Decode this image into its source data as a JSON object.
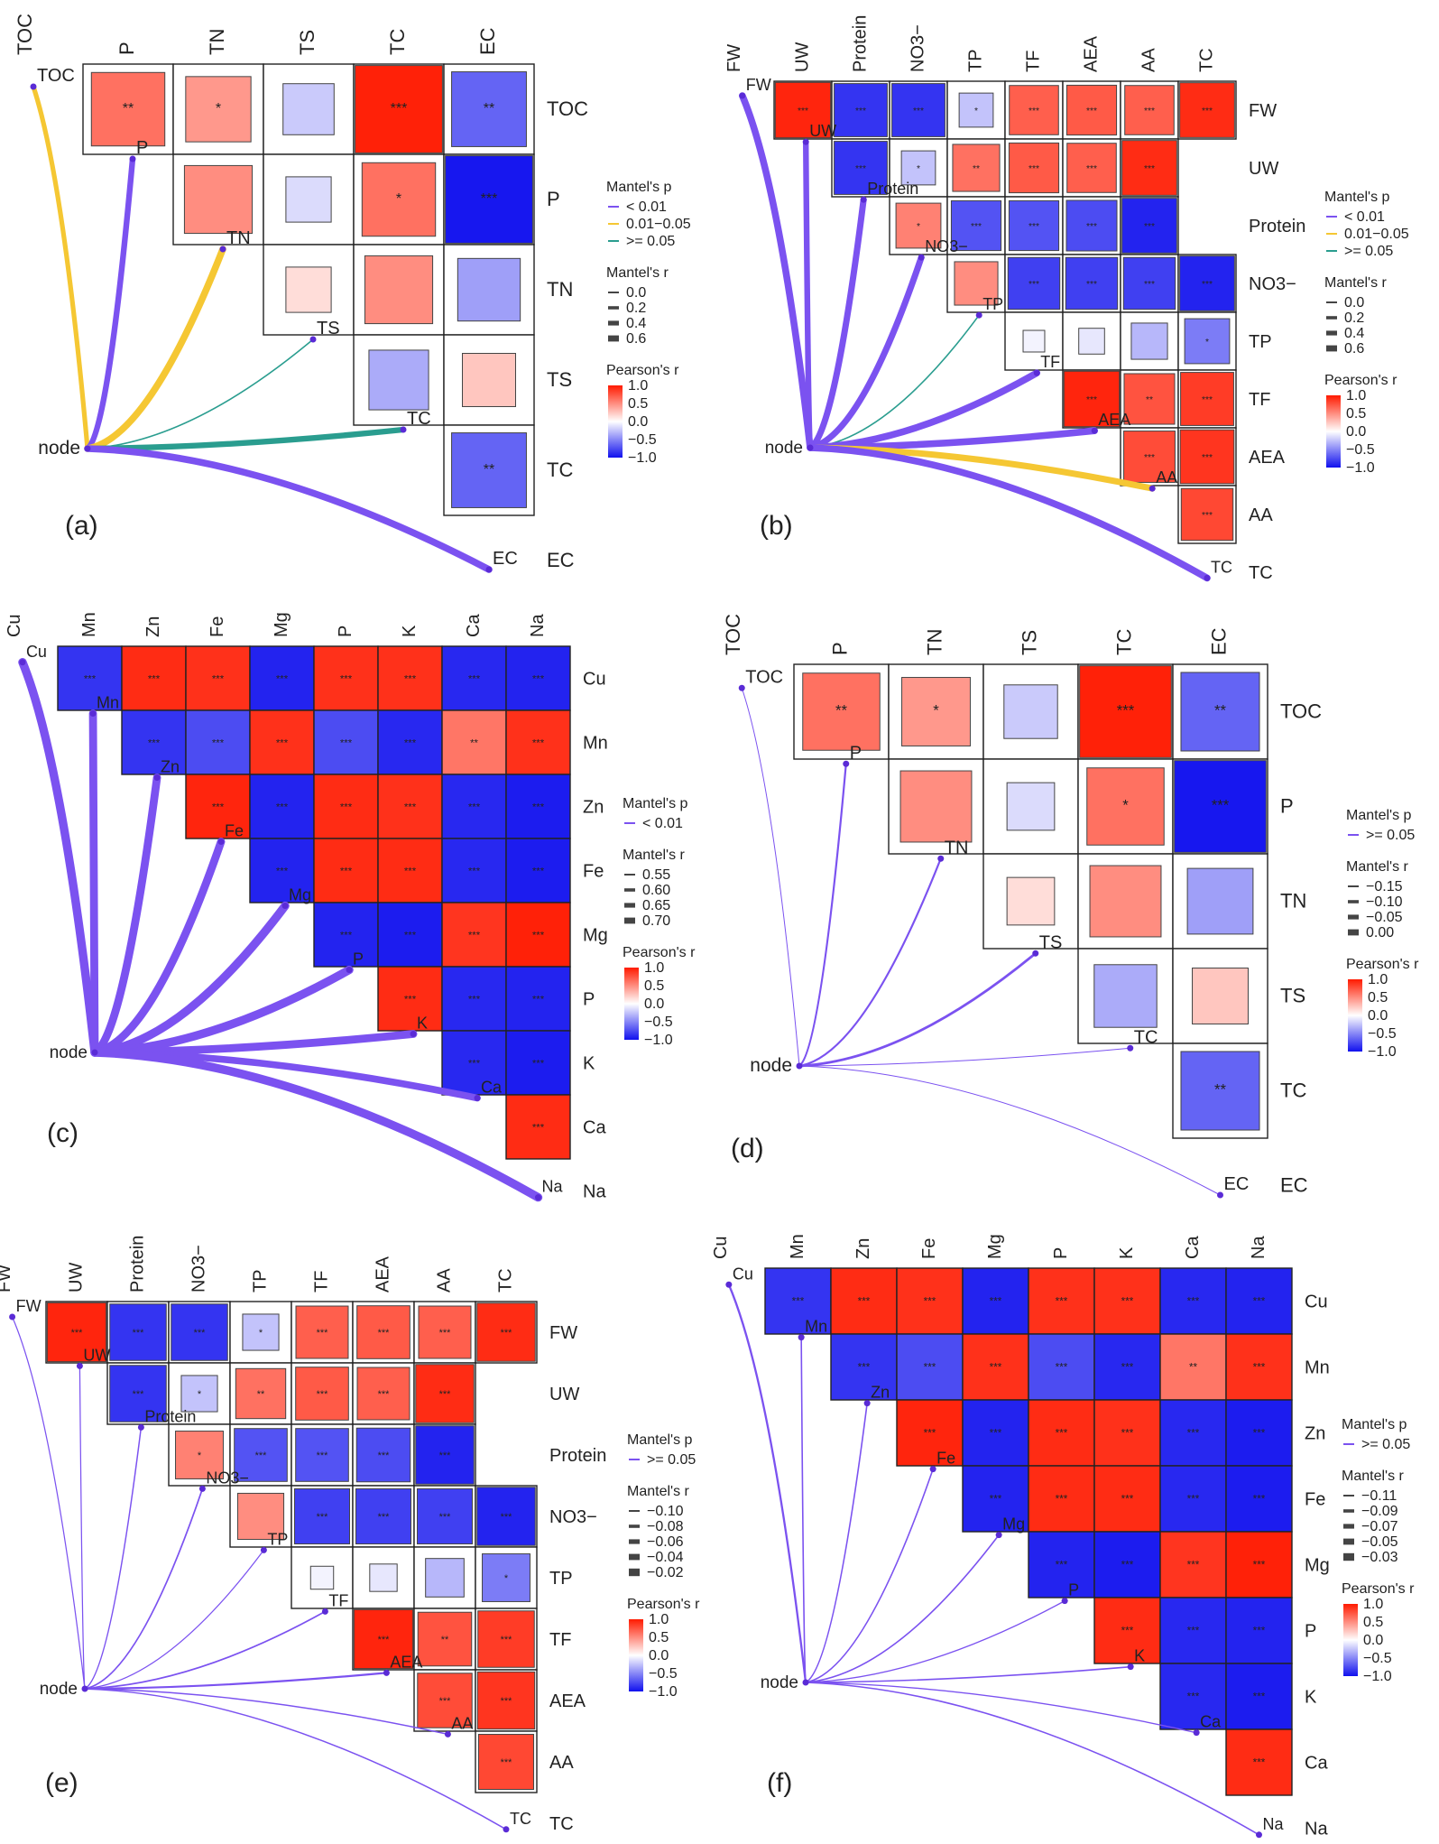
{
  "figure": {
    "panel_labels": [
      "(a)",
      "(b)",
      "(c)",
      "(d)",
      "(e)",
      "(f)"
    ]
  },
  "colors": {
    "neg": "#1010ee",
    "mid": "#ffffff",
    "pos": "#ff1a00",
    "mantel_lt001": "#7b52f0",
    "mantel_001_005": "#f5c733",
    "mantel_ge005": "#2a9d8f",
    "mantel_ge005_alt": "#7b52f0"
  },
  "chart_data": [
    {
      "type": "heatmap",
      "panel": "(a)",
      "variables": [
        "TOC",
        "P",
        "TN",
        "TS",
        "TC",
        "EC"
      ],
      "pearson_r": [
        [
          0.62,
          0.45,
          -0.22,
          0.97,
          -0.65
        ],
        [
          0.5,
          -0.15,
          0.62,
          -0.97
        ],
        [
          0.15,
          0.5,
          -0.4
        ],
        [
          -0.35,
          0.25
        ],
        [
          -0.65
        ]
      ],
      "stars": [
        [
          "**",
          "*",
          "",
          "***",
          "**"
        ],
        [
          "",
          "",
          "*",
          "***"
        ],
        [
          "",
          "",
          ""
        ],
        [
          "",
          ""
        ],
        [
          "**"
        ]
      ],
      "mantel": [
        {
          "var": "TOC",
          "p": "0.01-0.05",
          "r": 0.35
        },
        {
          "var": "P",
          "p": "< 0.01",
          "r": 0.45
        },
        {
          "var": "TN",
          "p": "0.01-0.05",
          "r": 0.55
        },
        {
          "var": "TS",
          "p": ">= 0.05",
          "r": 0.05
        },
        {
          "var": "TC",
          "p": ">= 0.05",
          "r": 0.45
        },
        {
          "var": "EC",
          "p": "< 0.01",
          "r": 0.55
        }
      ],
      "node_label": "node",
      "legend": {
        "p_title": "Mantel's p",
        "p_items": [
          "< 0.01",
          "0.01−0.05",
          ">= 0.05"
        ],
        "r_title": "Mantel's r",
        "r_items": [
          "0.0",
          "0.2",
          "0.4",
          "0.6"
        ],
        "pearson_title": "Pearson's r",
        "pearson_ticks": [
          "1.0",
          "0.5",
          "0.0",
          "−0.5",
          "−1.0"
        ]
      }
    },
    {
      "type": "heatmap",
      "panel": "(b)",
      "variables": [
        "FW",
        "UW",
        "Protein",
        "NO3−",
        "TP",
        "TF",
        "AEA",
        "AA",
        "TC"
      ],
      "pearson_r": [
        [
          -0.85,
          -0.85,
          -0.25,
          0.7,
          0.72,
          0.7,
          0.92
        ],
        [
          -0.85,
          -0.25,
          0.62,
          0.72,
          0.7,
          0.92
        ],
        [
          0.55,
          -0.72,
          -0.72,
          -0.75,
          -0.92
        ],
        [
          0.5,
          -0.8,
          -0.8,
          -0.8,
          -0.92
        ],
        [
          -0.05,
          -0.1,
          -0.3,
          -0.55
        ],
        [
          0.95,
          0.75,
          0.85
        ],
        [
          0.78,
          0.88
        ],
        [
          0.8
        ]
      ],
      "pearson_r_first": 0.95,
      "stars": [
        [
          "***",
          "***",
          "*",
          "***",
          "***",
          "***",
          "***"
        ],
        [
          "***",
          "*",
          "**",
          "***",
          "***",
          "***"
        ],
        [
          "*",
          "***",
          "***",
          "***",
          "***"
        ],
        [
          "",
          "***",
          "***",
          "***",
          "***"
        ],
        [
          "",
          "",
          "",
          "*"
        ],
        [
          "***",
          "**",
          "***"
        ],
        [
          "***",
          "***"
        ],
        [
          "***"
        ]
      ],
      "stars_first": "***",
      "mantel": [
        {
          "var": "FW",
          "p": "< 0.01",
          "r": 0.55
        },
        {
          "var": "UW",
          "p": "< 0.01",
          "r": 0.45
        },
        {
          "var": "Protein",
          "p": "< 0.01",
          "r": 0.5
        },
        {
          "var": "NO3−",
          "p": "< 0.01",
          "r": 0.5
        },
        {
          "var": "TP",
          "p": ">= 0.05",
          "r": 0.05
        },
        {
          "var": "TF",
          "p": "< 0.01",
          "r": 0.55
        },
        {
          "var": "AEA",
          "p": "< 0.01",
          "r": 0.55
        },
        {
          "var": "AA",
          "p": "0.01-0.05",
          "r": 0.5
        },
        {
          "var": "TC",
          "p": "< 0.01",
          "r": 0.55
        }
      ],
      "node_label": "node",
      "legend": {
        "p_title": "Mantel's p",
        "p_items": [
          "< 0.01",
          "0.01−0.05",
          ">= 0.05"
        ],
        "r_title": "Mantel's r",
        "r_items": [
          "0.0",
          "0.2",
          "0.4",
          "0.6"
        ],
        "pearson_title": "Pearson's r",
        "pearson_ticks": [
          "1.0",
          "0.5",
          "0.0",
          "−0.5",
          "−1.0"
        ]
      }
    },
    {
      "type": "heatmap",
      "panel": "(c)",
      "variables": [
        "Cu",
        "Mn",
        "Zn",
        "Fe",
        "Mg",
        "P",
        "K",
        "Ca",
        "Na"
      ],
      "pearson_r": [
        [
          0.92,
          0.9,
          -0.92,
          0.9,
          0.9,
          -0.9,
          -0.92
        ],
        [
          -0.85,
          -0.75,
          0.9,
          -0.75,
          -0.9,
          0.6,
          0.9
        ],
        [
          0.95,
          -0.92,
          0.92,
          0.9,
          -0.9,
          -0.95
        ],
        [
          -0.92,
          0.92,
          0.92,
          -0.9,
          -0.95
        ],
        [
          -0.92,
          -0.95,
          0.88,
          0.97
        ],
        [
          0.92,
          -0.9,
          -0.92
        ],
        [
          -0.9,
          -0.95
        ],
        [
          0.92
        ]
      ],
      "pearson_r_first": -0.85,
      "stars": [
        [
          "***",
          "***",
          "***",
          "***",
          "***",
          "***",
          "***"
        ],
        [
          "***",
          "***",
          "***",
          "***",
          "***",
          "**",
          "***"
        ],
        [
          "***",
          "***",
          "***",
          "***",
          "***",
          "***"
        ],
        [
          "***",
          "***",
          "***",
          "***",
          "***"
        ],
        [
          "***",
          "***",
          "***",
          "***"
        ],
        [
          "***",
          "***",
          "***"
        ],
        [
          "***",
          "***"
        ],
        [
          "***"
        ]
      ],
      "stars_first": "***",
      "mantel": [
        {
          "var": "Cu",
          "p": "< 0.01",
          "r": 0.7
        },
        {
          "var": "Mn",
          "p": "< 0.01",
          "r": 0.65
        },
        {
          "var": "Zn",
          "p": "< 0.01",
          "r": 0.65
        },
        {
          "var": "Fe",
          "p": "< 0.01",
          "r": 0.65
        },
        {
          "var": "Mg",
          "p": "< 0.01",
          "r": 0.7
        },
        {
          "var": "P",
          "p": "< 0.01",
          "r": 0.7
        },
        {
          "var": "K",
          "p": "< 0.01",
          "r": 0.65
        },
        {
          "var": "Ca",
          "p": "< 0.01",
          "r": 0.55
        },
        {
          "var": "Na",
          "p": "< 0.01",
          "r": 0.7
        }
      ],
      "node_label": "node",
      "legend": {
        "p_title": "Mantel's p",
        "p_items": [
          "< 0.01"
        ],
        "r_title": "Mantel's r",
        "r_items": [
          "0.55",
          "0.60",
          "0.65",
          "0.70"
        ],
        "pearson_title": "Pearson's r",
        "pearson_ticks": [
          "1.0",
          "0.5",
          "0.0",
          "−0.5",
          "−1.0"
        ]
      }
    },
    {
      "type": "heatmap",
      "panel": "(d)",
      "variables": [
        "TOC",
        "P",
        "TN",
        "TS",
        "TC",
        "EC"
      ],
      "pearson_r": [
        [
          0.62,
          0.45,
          -0.22,
          0.97,
          -0.65
        ],
        [
          0.5,
          -0.15,
          0.62,
          -0.97
        ],
        [
          0.15,
          0.5,
          -0.4
        ],
        [
          -0.35,
          0.25
        ],
        [
          -0.65
        ]
      ],
      "stars": [
        [
          "**",
          "*",
          "",
          "***",
          "**"
        ],
        [
          "",
          "",
          "*",
          "***"
        ],
        [
          "",
          "",
          ""
        ],
        [
          "",
          ""
        ],
        [
          "**"
        ]
      ],
      "mantel": [
        {
          "var": "TOC",
          "p": ">= 0.05",
          "r": 0.0
        },
        {
          "var": "P",
          "p": ">= 0.05",
          "r": -0.1
        },
        {
          "var": "TN",
          "p": ">= 0.05",
          "r": -0.1
        },
        {
          "var": "TS",
          "p": ">= 0.05",
          "r": -0.15
        },
        {
          "var": "TC",
          "p": ">= 0.05",
          "r": 0.0
        },
        {
          "var": "EC",
          "p": ">= 0.05",
          "r": 0.0
        }
      ],
      "node_label": "node",
      "legend": {
        "p_title": "Mantel's p",
        "p_items": [
          ">= 0.05"
        ],
        "r_title": "Mantel's r",
        "r_items": [
          "−0.15",
          "−0.10",
          "−0.05",
          "0.00"
        ],
        "pearson_title": "Pearson's r",
        "pearson_ticks": [
          "1.0",
          "0.5",
          "0.0",
          "−0.5",
          "−1.0"
        ]
      }
    },
    {
      "type": "heatmap",
      "panel": "(e)",
      "variables": [
        "FW",
        "UW",
        "Protein",
        "NO3−",
        "TP",
        "TF",
        "AEA",
        "AA",
        "TC"
      ],
      "pearson_r": [
        [
          -0.85,
          -0.85,
          -0.25,
          0.7,
          0.72,
          0.7,
          0.92
        ],
        [
          -0.85,
          -0.25,
          0.62,
          0.72,
          0.7,
          0.92
        ],
        [
          0.55,
          -0.72,
          -0.72,
          -0.75,
          -0.92
        ],
        [
          0.5,
          -0.8,
          -0.8,
          -0.8,
          -0.92
        ],
        [
          -0.05,
          -0.1,
          -0.3,
          -0.55
        ],
        [
          0.95,
          0.75,
          0.85
        ],
        [
          0.78,
          0.88
        ],
        [
          0.8
        ]
      ],
      "pearson_r_first": 0.95,
      "stars": [
        [
          "***",
          "***",
          "*",
          "***",
          "***",
          "***",
          "***"
        ],
        [
          "***",
          "*",
          "**",
          "***",
          "***",
          "***"
        ],
        [
          "*",
          "***",
          "***",
          "***",
          "***"
        ],
        [
          "",
          "***",
          "***",
          "***",
          "***"
        ],
        [
          "",
          "",
          "",
          "*"
        ],
        [
          "***",
          "**",
          "***"
        ],
        [
          "***",
          "***"
        ],
        [
          "***"
        ]
      ],
      "stars_first": "***",
      "mantel": [
        {
          "var": "FW",
          "p": ">= 0.05",
          "r": -0.02
        },
        {
          "var": "UW",
          "p": ">= 0.05",
          "r": -0.02
        },
        {
          "var": "Protein",
          "p": ">= 0.05",
          "r": -0.04
        },
        {
          "var": "NO3−",
          "p": ">= 0.05",
          "r": -0.06
        },
        {
          "var": "TP",
          "p": ">= 0.05",
          "r": -0.02
        },
        {
          "var": "TF",
          "p": ">= 0.05",
          "r": -0.06
        },
        {
          "var": "AEA",
          "p": ">= 0.05",
          "r": -0.1
        },
        {
          "var": "AA",
          "p": ">= 0.05",
          "r": -0.04
        },
        {
          "var": "TC",
          "p": ">= 0.05",
          "r": -0.04
        }
      ],
      "node_label": "node",
      "legend": {
        "p_title": "Mantel's p",
        "p_items": [
          ">= 0.05"
        ],
        "r_title": "Mantel's r",
        "r_items": [
          "−0.10",
          "−0.08",
          "−0.06",
          "−0.04",
          "−0.02"
        ],
        "pearson_title": "Pearson's r",
        "pearson_ticks": [
          "1.0",
          "0.5",
          "0.0",
          "−0.5",
          "−1.0"
        ]
      }
    },
    {
      "type": "heatmap",
      "panel": "(f)",
      "variables": [
        "Cu",
        "Mn",
        "Zn",
        "Fe",
        "Mg",
        "P",
        "K",
        "Ca",
        "Na"
      ],
      "pearson_r": [
        [
          0.92,
          0.9,
          -0.92,
          0.9,
          0.9,
          -0.9,
          -0.92
        ],
        [
          -0.85,
          -0.75,
          0.9,
          -0.75,
          -0.9,
          0.6,
          0.9
        ],
        [
          0.95,
          -0.92,
          0.92,
          0.9,
          -0.9,
          -0.95
        ],
        [
          -0.92,
          0.92,
          0.92,
          -0.9,
          -0.95
        ],
        [
          -0.92,
          -0.95,
          0.88,
          0.97
        ],
        [
          0.92,
          -0.9,
          -0.92
        ],
        [
          -0.9,
          -0.95
        ],
        [
          0.92
        ]
      ],
      "pearson_r_first": -0.85,
      "stars": [
        [
          "***",
          "***",
          "***",
          "***",
          "***",
          "***",
          "***"
        ],
        [
          "***",
          "***",
          "***",
          "***",
          "***",
          "**",
          "***"
        ],
        [
          "***",
          "***",
          "***",
          "***",
          "***",
          "***"
        ],
        [
          "***",
          "***",
          "***",
          "***",
          "***"
        ],
        [
          "***",
          "***",
          "***",
          "***"
        ],
        [
          "***",
          "***",
          "***"
        ],
        [
          "***",
          "***"
        ],
        [
          "***"
        ]
      ],
      "stars_first": "***",
      "mantel": [
        {
          "var": "Cu",
          "p": ">= 0.05",
          "r": -0.11
        },
        {
          "var": "Mn",
          "p": ">= 0.05",
          "r": -0.05
        },
        {
          "var": "Zn",
          "p": ">= 0.05",
          "r": -0.05
        },
        {
          "var": "Fe",
          "p": ">= 0.05",
          "r": -0.05
        },
        {
          "var": "Mg",
          "p": ">= 0.05",
          "r": -0.05
        },
        {
          "var": "P",
          "p": ">= 0.05",
          "r": -0.03
        },
        {
          "var": "K",
          "p": ">= 0.05",
          "r": -0.05
        },
        {
          "var": "Ca",
          "p": ">= 0.05",
          "r": -0.03
        },
        {
          "var": "Na",
          "p": ">= 0.05",
          "r": -0.05
        }
      ],
      "node_label": "node",
      "legend": {
        "p_title": "Mantel's p",
        "p_items": [
          ">= 0.05"
        ],
        "r_title": "Mantel's r",
        "r_items": [
          "−0.11",
          "−0.09",
          "−0.07",
          "−0.05",
          "−0.03"
        ],
        "pearson_title": "Pearson's r",
        "pearson_ticks": [
          "1.0",
          "0.5",
          "0.0",
          "−0.5",
          "−1.0"
        ]
      }
    }
  ]
}
